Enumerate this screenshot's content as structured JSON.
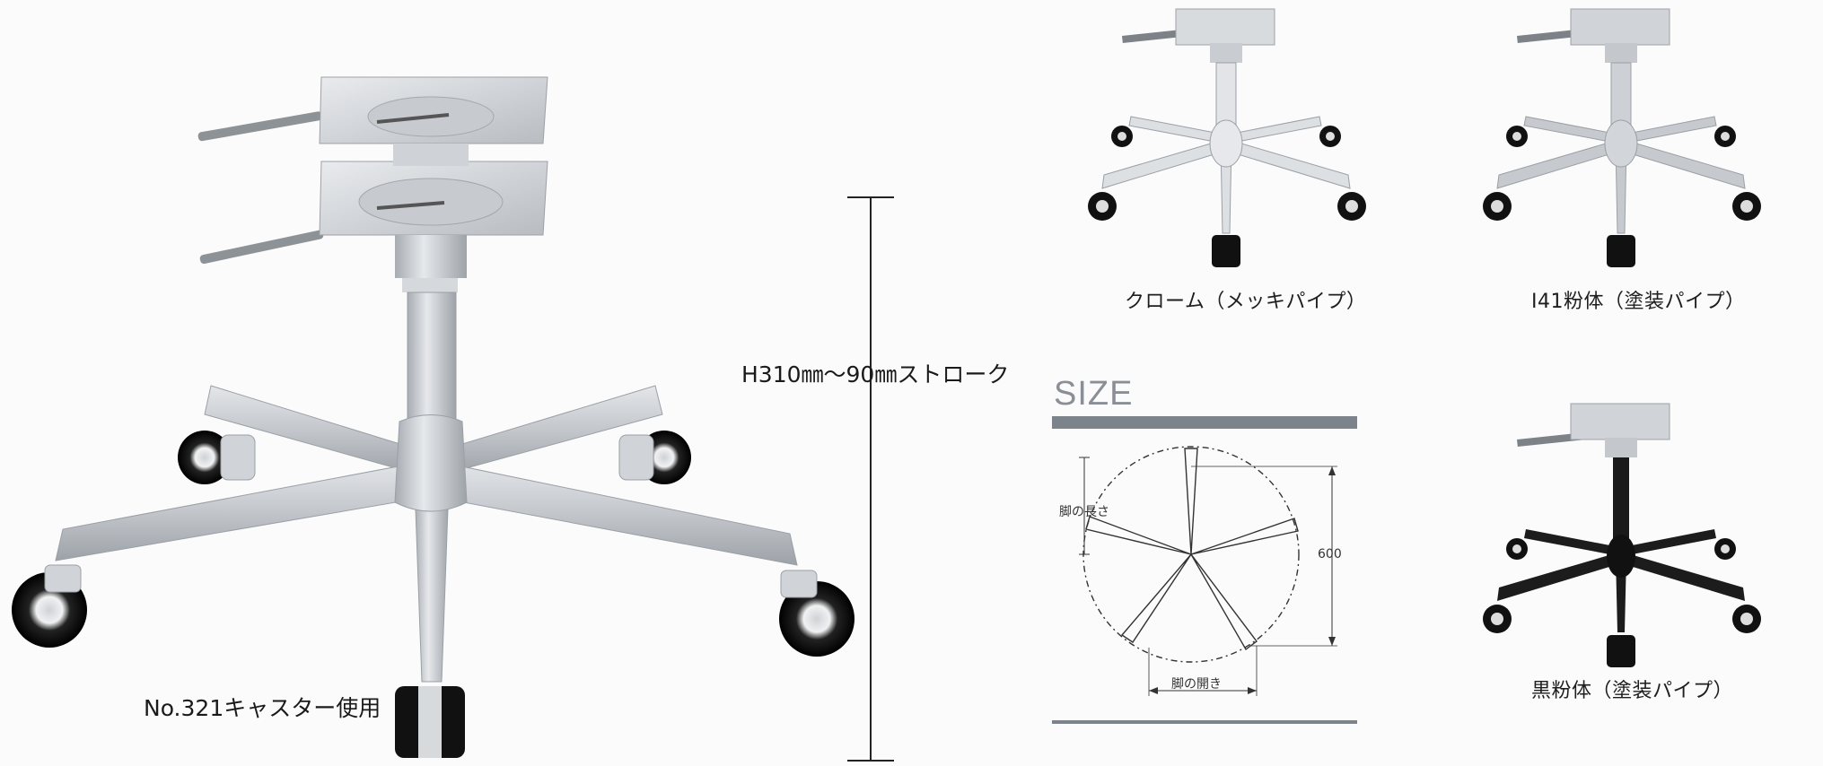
{
  "main_product": {
    "caster_caption": "No.321キャスター使用",
    "stroke_label": "H310㎜〜90㎜ストローク"
  },
  "variants": [
    {
      "label": "クローム（メッキパイプ）",
      "finish": "chrome",
      "color": "#d9dbde"
    },
    {
      "label": "I41粉体（塗装パイプ）",
      "finish": "silver-powder",
      "color": "#c9ccd0"
    },
    {
      "label": "黒粉体（塗装パイプ）",
      "finish": "black-powder",
      "color": "#1c1c1c"
    }
  ],
  "size_section": {
    "title": "SIZE",
    "leg_length_label": "脚の長さ",
    "leg_opening_label": "脚の開き",
    "diameter_value": "600"
  },
  "colors": {
    "rule": "#7d838b",
    "aluminum": "#c8ccd1",
    "black": "#1c1c1c"
  }
}
